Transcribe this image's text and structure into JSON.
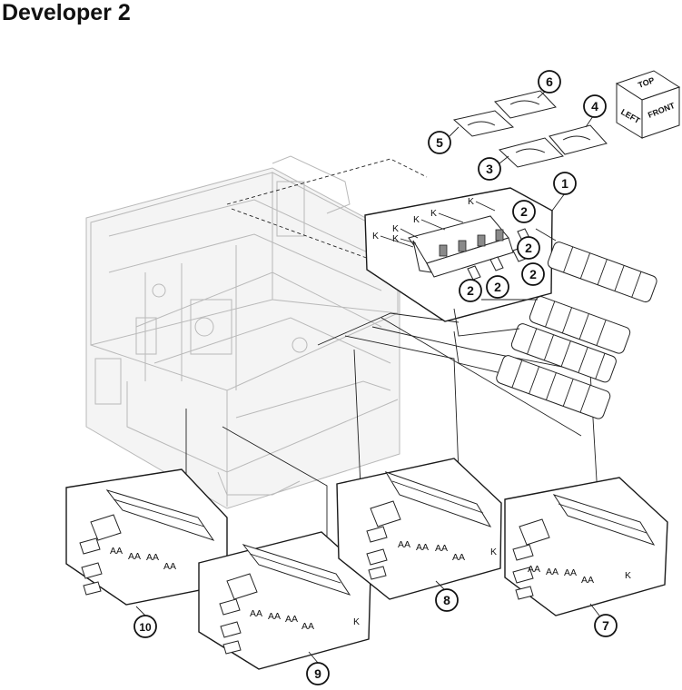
{
  "title": "Developer 2",
  "orientation_cube": {
    "top": "TOP",
    "left": "LEFT",
    "front": "FRONT"
  },
  "callouts": [
    "1",
    "2",
    "3",
    "4",
    "5",
    "6",
    "7",
    "8",
    "9",
    "10"
  ],
  "labels": {
    "k": "K",
    "aa": "AA"
  }
}
